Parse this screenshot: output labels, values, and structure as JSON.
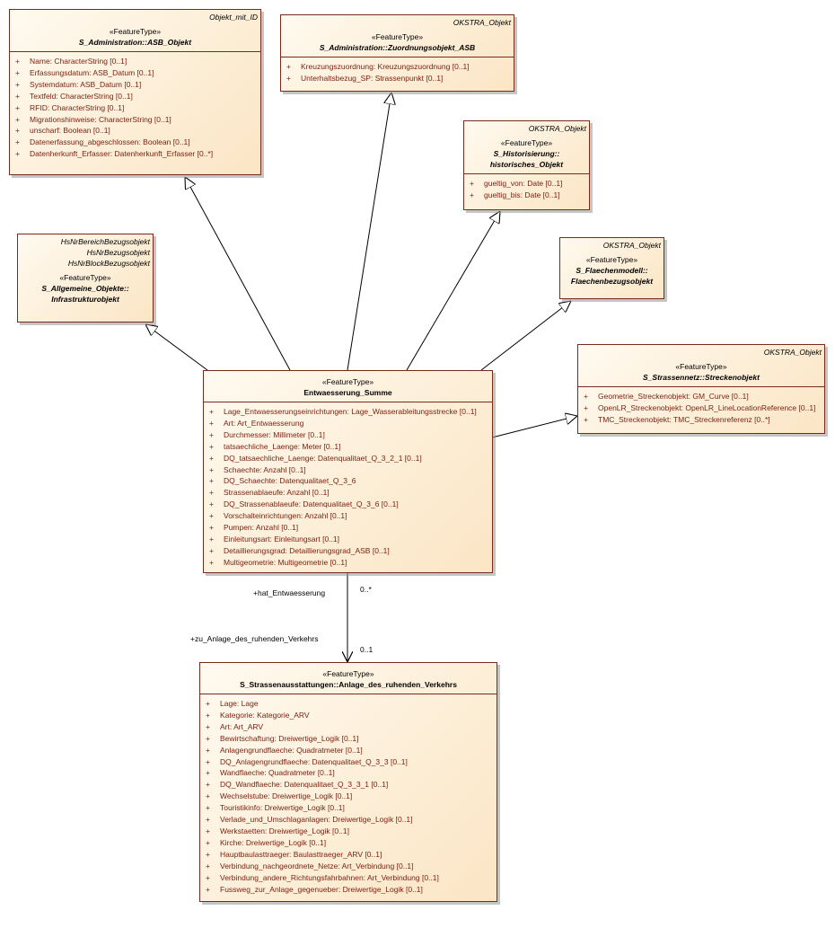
{
  "classes": {
    "asb_objekt": {
      "tags": [
        "Objekt_mit_ID"
      ],
      "stereotype": "«FeatureType»",
      "name": "S_Administration::ASB_Objekt",
      "attributes": [
        {
          "vis": "+",
          "text": "Name: CharacterString [0..1]"
        },
        {
          "vis": "+",
          "text": "Erfassungsdatum: ASB_Datum [0..1]"
        },
        {
          "vis": "+",
          "text": "Systemdatum: ASB_Datum [0..1]"
        },
        {
          "vis": "+",
          "text": "Textfeld: CharacterString [0..1]"
        },
        {
          "vis": "+",
          "text": "RFID: CharacterString [0..1]"
        },
        {
          "vis": "+",
          "text": "Migrationshinweise: CharacterString [0..1]"
        },
        {
          "vis": "+",
          "text": "unscharf: Boolean [0..1]"
        },
        {
          "vis": "+",
          "text": "Datenerfassung_abgeschlossen: Boolean [0..1]"
        },
        {
          "vis": "+",
          "text": "Datenherkunft_Erfasser: Datenherkunft_Erfasser [0..*]"
        }
      ]
    },
    "zuordnungsobjekt": {
      "tags": [
        "OKSTRA_Objekt"
      ],
      "stereotype": "«FeatureType»",
      "name": "S_Administration::Zuordnungsobjekt_ASB",
      "attributes": [
        {
          "vis": "+",
          "text": "Kreuzungszuordnung: Kreuzungszuordnung [0..1]"
        },
        {
          "vis": "+",
          "text": "Unterhaltsbezug_SP: Strassenpunkt [0..1]"
        }
      ]
    },
    "historisches": {
      "tags": [
        "OKSTRA_Objekt"
      ],
      "stereotype": "«FeatureType»",
      "name": "S_Historisierung::",
      "name2": "historisches_Objekt",
      "attributes": [
        {
          "vis": "+",
          "text": "gueltig_von: Date [0..1]"
        },
        {
          "vis": "+",
          "text": "gueltig_bis: Date [0..1]"
        }
      ]
    },
    "infrastruktur": {
      "tags": [
        "HsNrBereichBezugsobjekt",
        "HsNrBezugsobjekt",
        "HsNrBlockBezugsobjekt"
      ],
      "stereotype": "«FeatureType»",
      "name": "S_Allgemeine_Objekte::",
      "name2": "Infrastrukturobjekt"
    },
    "flaechenbezug": {
      "tags": [
        "OKSTRA_Objekt"
      ],
      "stereotype": "«FeatureType»",
      "name": "S_Flaechenmodell::",
      "name2": "Flaechenbezugsobjekt"
    },
    "streckenobjekt": {
      "tags": [
        "OKSTRA_Objekt"
      ],
      "stereotype": "«FeatureType»",
      "name": "S_Strassennetz::Streckenobjekt",
      "attributes": [
        {
          "vis": "+",
          "text": "Geometrie_Streckenobjekt: GM_Curve [0..1]"
        },
        {
          "vis": "+",
          "text": "OpenLR_Streckenobjekt: OpenLR_LineLocationReference [0..1]"
        },
        {
          "vis": "+",
          "text": "TMC_Streckenobjekt: TMC_Streckenreferenz [0..*]"
        }
      ]
    },
    "entwaesserung": {
      "stereotype": "«FeatureType»",
      "name": "Entwaesserung_Summe",
      "attributes": [
        {
          "vis": "+",
          "text": "Lage_Entwaesserungseinrichtungen: Lage_Wasserableitungsstrecke [0..1]"
        },
        {
          "vis": "+",
          "text": "Art: Art_Entwaesserung"
        },
        {
          "vis": "+",
          "text": "Durchmesser: Millimeter [0..1]"
        },
        {
          "vis": "+",
          "text": "tatsaechliche_Laenge: Meter [0..1]"
        },
        {
          "vis": "+",
          "text": "DQ_tatsaechliche_Laenge: Datenqualitaet_Q_3_2_1 [0..1]"
        },
        {
          "vis": "+",
          "text": "Schaechte: Anzahl [0..1]"
        },
        {
          "vis": "+",
          "text": "DQ_Schaechte: Datenqualitaet_Q_3_6"
        },
        {
          "vis": "+",
          "text": "Strassenablaeufe: Anzahl [0..1]"
        },
        {
          "vis": "+",
          "text": "DQ_Strassenablaeufe: Datenqualitaet_Q_3_6 [0..1]"
        },
        {
          "vis": "+",
          "text": "Vorschalteinrichtungen: Anzahl [0..1]"
        },
        {
          "vis": "+",
          "text": "Pumpen: Anzahl [0..1]"
        },
        {
          "vis": "+",
          "text": "Einleitungsart: Einleitungsart [0..1]"
        },
        {
          "vis": "+",
          "text": "Detaillierungsgrad: Detaillierungsgrad_ASB [0..1]"
        },
        {
          "vis": "+",
          "text": "Multigeometrie: Multigeometrie [0..1]"
        }
      ]
    },
    "anlage": {
      "stereotype": "«FeatureType»",
      "name": "S_Strassenausstattungen::Anlage_des_ruhenden_Verkehrs",
      "attributes": [
        {
          "vis": "+",
          "text": "Lage: Lage"
        },
        {
          "vis": "+",
          "text": "Kategorie: Kategorie_ARV"
        },
        {
          "vis": "+",
          "text": "Art: Art_ARV"
        },
        {
          "vis": "+",
          "text": "Bewirtschaftung: Dreiwertige_Logik [0..1]"
        },
        {
          "vis": "+",
          "text": "Anlagengrundflaeche: Quadratmeter [0..1]"
        },
        {
          "vis": "+",
          "text": "DQ_Anlagengrundflaeche: Datenqualitaet_Q_3_3 [0..1]"
        },
        {
          "vis": "+",
          "text": "Wandflaeche: Quadratmeter [0..1]"
        },
        {
          "vis": "+",
          "text": "DQ_Wandflaeche: Datenqualitaet_Q_3_3_1 [0..1]"
        },
        {
          "vis": "+",
          "text": "Wechselstube: Dreiwertige_Logik [0..1]"
        },
        {
          "vis": "+",
          "text": "Touristikinfo: Dreiwertige_Logik [0..1]"
        },
        {
          "vis": "+",
          "text": "Verlade_und_Umschlaganlagen: Dreiwertige_Logik [0..1]"
        },
        {
          "vis": "+",
          "text": "Werkstaetten: Dreiwertige_Logik [0..1]"
        },
        {
          "vis": "+",
          "text": "Kirche: Dreiwertige_Logik [0..1]"
        },
        {
          "vis": "+",
          "text": "Hauptbaulasttraeger: Baulasttraeger_ARV [0..1]"
        },
        {
          "vis": "+",
          "text": "Verbindung_nachgeordnete_Netze: Art_Verbindung [0..1]"
        },
        {
          "vis": "+",
          "text": "Verbindung_andere_Richtungsfahrbahnen: Art_Verbindung [0..1]"
        },
        {
          "vis": "+",
          "text": "Fussweg_zur_Anlage_gegenueber: Dreiwertige_Logik [0..1]"
        }
      ]
    }
  },
  "association": {
    "source_role": "+hat_Entwaesserung",
    "source_mult": "0..*",
    "target_role": "+zu_Anlage_des_ruhenden_Verkehrs",
    "target_mult": "0..1"
  },
  "colors": {
    "border": "#7a2a1a",
    "fill_light": "#fffaf0",
    "fill_dark": "#fbe5c4",
    "attribute_text": "#7a1e0e",
    "edge": "#000000"
  }
}
